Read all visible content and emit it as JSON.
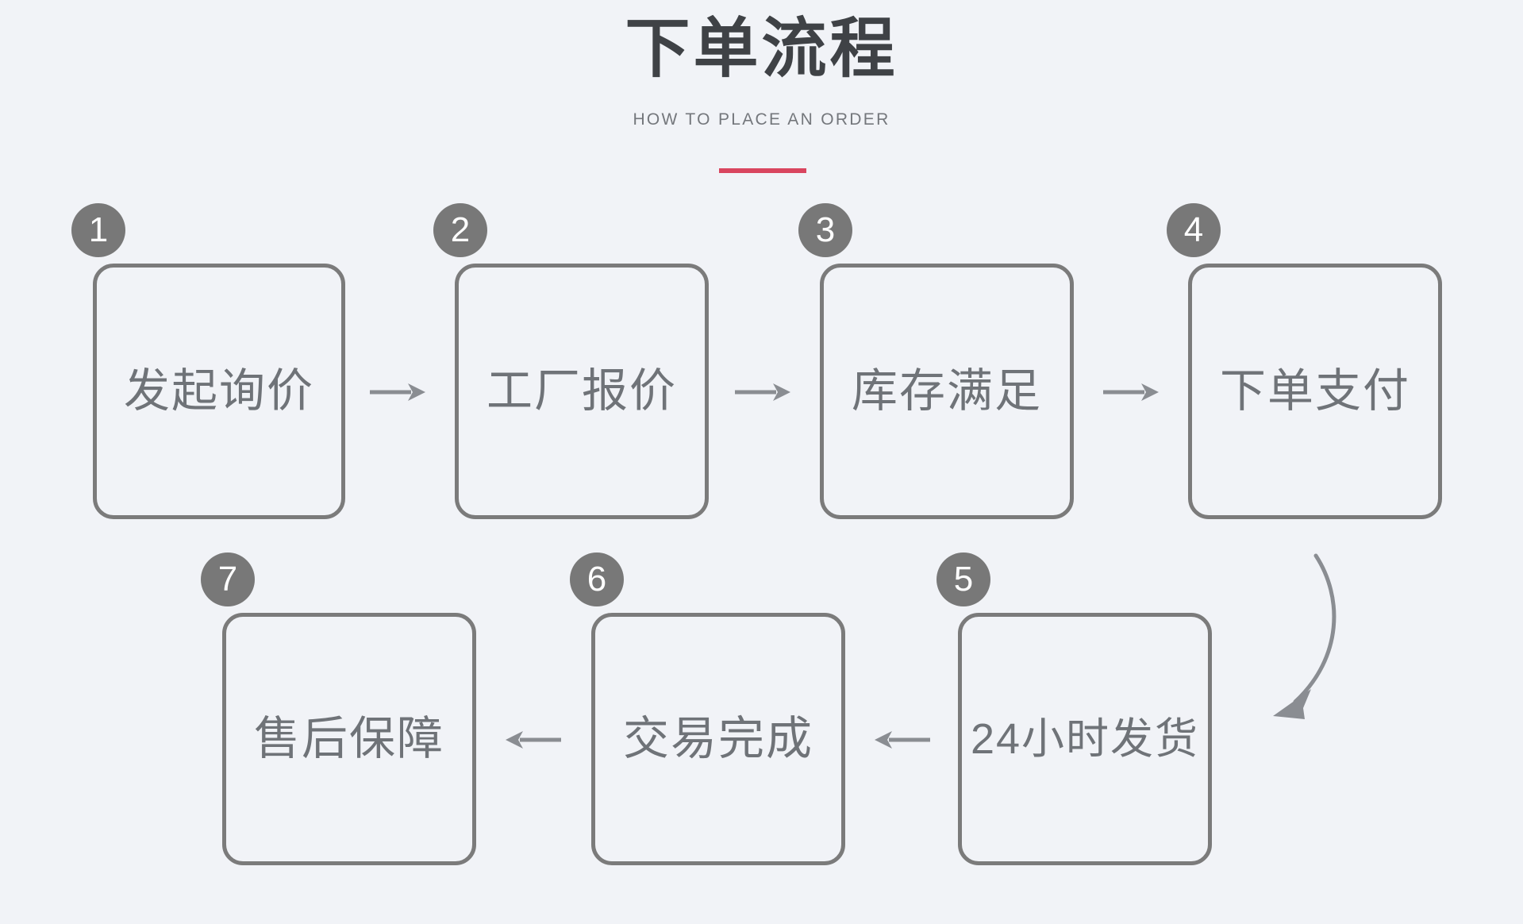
{
  "header": {
    "title_cn": "下单流程",
    "title_en": "HOW TO PLACE AN ORDER",
    "rule_color": "#d9455f"
  },
  "theme": {
    "background": "#f1f3f7",
    "border": "#7b7b7b",
    "badge_bg": "#787878",
    "badge_text": "#ffffff",
    "label_text": "#6f7378",
    "title_text": "#3f4246",
    "subtitle_text": "#74777c",
    "accent": "#d9455f"
  },
  "flow": {
    "steps": [
      {
        "number": "1",
        "label": "发起询价"
      },
      {
        "number": "2",
        "label": "工厂报价"
      },
      {
        "number": "3",
        "label": "库存满足"
      },
      {
        "number": "4",
        "label": "下单支付"
      },
      {
        "number": "5",
        "label": "24小时发货"
      },
      {
        "number": "6",
        "label": "交易完成"
      },
      {
        "number": "7",
        "label": "售后保障"
      }
    ],
    "connectors": [
      {
        "from": "1",
        "to": "2",
        "direction": "right"
      },
      {
        "from": "2",
        "to": "3",
        "direction": "right"
      },
      {
        "from": "3",
        "to": "4",
        "direction": "right"
      },
      {
        "from": "4",
        "to": "5",
        "direction": "curve-down-left"
      },
      {
        "from": "5",
        "to": "6",
        "direction": "left"
      },
      {
        "from": "6",
        "to": "7",
        "direction": "left"
      }
    ]
  }
}
